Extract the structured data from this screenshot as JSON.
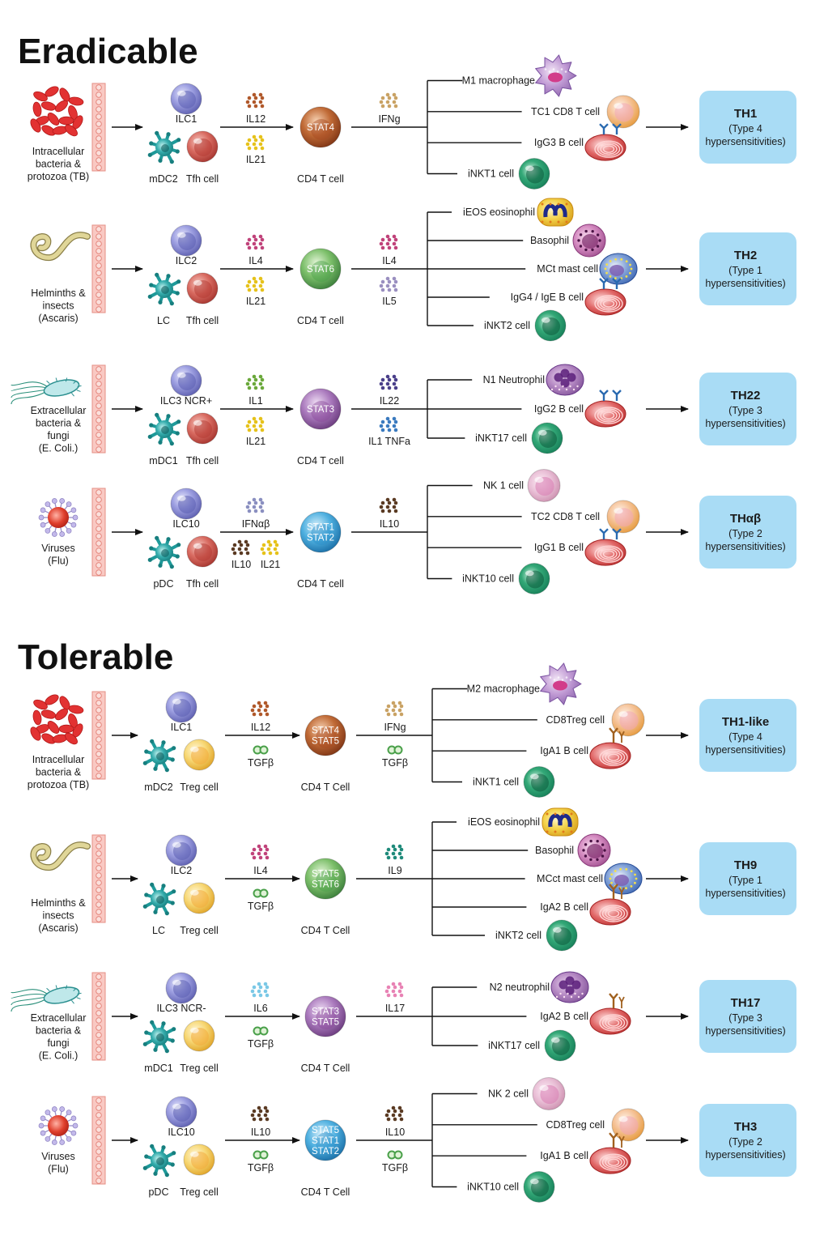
{
  "colors": {
    "box_fill": "#a9dcf5",
    "ilc": "#7d7fd0",
    "tfh": "#d95b52",
    "treg": "#f3c64a",
    "dendritic": "#1e9a9a",
    "bacteria": "#e23232",
    "helminth": "#d9cf8e",
    "epithelium": "#f4a9a2"
  },
  "sections": [
    {
      "title": "Eradicable",
      "rows": [
        {
          "pathogen": [
            "Intracellular",
            "bacteria &",
            "protozoa (TB)"
          ],
          "pathogen_icon": "red-bacteria-cluster-icon",
          "ilc": "ILC1",
          "dc": "mDC2",
          "helper": "Tfh cell",
          "helper_type": "tfh",
          "cyt_top": "IL12",
          "cyt_top_color": "#b0582a",
          "cyt_bottom": [
            "IL21"
          ],
          "cyt_bottom_colors": [
            "#e6c21a"
          ],
          "cyt_bottom_style": "dots",
          "stat": [
            "STAT4"
          ],
          "stat_color": "#a74a22",
          "cd4": "CD4 T cell",
          "cyt2_top": "IFNg",
          "cyt2_top_color": "#c9a264",
          "cyt2_bottom": "",
          "cyt2_bottom_style": "none",
          "effectors": [
            {
              "label": "M1 macrophage",
              "icon": "macrophage"
            },
            {
              "label": "TC1 CD8 T cell",
              "icon": "tcell"
            },
            {
              "label": "IgG3 B cell",
              "icon": "bcell"
            },
            {
              "label": "iNKT1 cell",
              "icon": "nkt"
            }
          ],
          "box_title": "TH1",
          "box_sub1": "(Type 4",
          "box_sub2": "hypersensitivities)"
        },
        {
          "pathogen": [
            "Helminths &",
            "insects",
            "(Ascaris)"
          ],
          "pathogen_icon": "helminth-worm-icon",
          "ilc": "ILC2",
          "dc": "LC",
          "helper": "Tfh cell",
          "helper_type": "tfh",
          "cyt_top": "IL4",
          "cyt_top_color": "#c0427a",
          "cyt_bottom": [
            "IL21"
          ],
          "cyt_bottom_colors": [
            "#e6c21a"
          ],
          "cyt_bottom_style": "dots",
          "stat": [
            "STAT6"
          ],
          "stat_color": "#4aa04a",
          "cd4": "CD4 T cell",
          "cyt2_top": "IL4",
          "cyt2_top_color": "#c0427a",
          "cyt2_bottom": "IL5",
          "cyt2_bottom_color": "#9a8fc0",
          "cyt2_bottom_style": "dots",
          "effectors": [
            {
              "label": "iEOS eosinophil",
              "icon": "eosinophil"
            },
            {
              "label": "Basophil",
              "icon": "basophil"
            },
            {
              "label": "MCt mast cell",
              "icon": "mast"
            },
            {
              "label": "IgG4 / IgE B cell",
              "icon": "bcell"
            },
            {
              "label": "iNKT2 cell",
              "icon": "nkt"
            }
          ],
          "box_title": "TH2",
          "box_sub1": "(Type 1",
          "box_sub2": "hypersensitivities)"
        },
        {
          "pathogen": [
            "Extracellular",
            "bacteria &",
            "fungi",
            "(E. Coli.)"
          ],
          "pathogen_icon": "flagellated-bacterium-icon",
          "ilc": "ILC3 NCR+",
          "dc": "mDC1",
          "helper": "Tfh cell",
          "helper_type": "tfh",
          "cyt_top": "IL1",
          "cyt_top_color": "#6aa83a",
          "cyt_bottom": [
            "IL21"
          ],
          "cyt_bottom_colors": [
            "#e6c21a"
          ],
          "cyt_bottom_style": "dots",
          "stat": [
            "STAT3"
          ],
          "stat_color": "#8a4a9a",
          "cd4": "CD4 T cell",
          "cyt2_top": "IL22",
          "cyt2_top_color": "#4a3f8a",
          "cyt2_bottom": "IL1 TNFa",
          "cyt2_bottom_color": "#3a7abf",
          "cyt2_bottom_style": "dots",
          "effectors": [
            {
              "label": "N1 Neutrophil",
              "icon": "neutrophil"
            },
            {
              "label": "IgG2 B cell",
              "icon": "bcell"
            },
            {
              "label": "iNKT17 cell",
              "icon": "nkt"
            }
          ],
          "box_title": "TH22",
          "box_sub1": "(Type 3",
          "box_sub2": "hypersensitivities)"
        },
        {
          "pathogen": [
            "Viruses",
            "(Flu)"
          ],
          "pathogen_icon": "virus-icon",
          "ilc": "ILC10",
          "dc": "pDC",
          "helper": "Tfh cell",
          "helper_type": "tfh",
          "cyt_top": "IFNαβ",
          "cyt_top_color": "#8a8fc0",
          "cyt_bottom": [
            "IL10",
            "IL21"
          ],
          "cyt_bottom_colors": [
            "#5a3a22",
            "#e6c21a"
          ],
          "cyt_bottom_style": "dots",
          "stat": [
            "STAT1",
            "STAT2"
          ],
          "stat_color": "#2a8fc8",
          "cd4": "CD4 T cell",
          "cyt2_top": "IL10",
          "cyt2_top_color": "#5a3a22",
          "cyt2_bottom": "",
          "cyt2_bottom_style": "none",
          "effectors": [
            {
              "label": "NK 1 cell",
              "icon": "nk"
            },
            {
              "label": "TC2 CD8 T cell",
              "icon": "tcell"
            },
            {
              "label": "IgG1 B cell",
              "icon": "bcell"
            },
            {
              "label": "iNKT10 cell",
              "icon": "nkt"
            }
          ],
          "box_title": "THαβ",
          "box_sub1": "(Type 2",
          "box_sub2": "hypersensitivities)"
        }
      ]
    },
    {
      "title": "Tolerable",
      "rows": [
        {
          "pathogen": [
            "Intracellular",
            "bacteria &",
            "protozoa (TB)"
          ],
          "pathogen_icon": "red-bacteria-cluster-icon",
          "ilc": "ILC1",
          "dc": "mDC2",
          "helper": "Treg cell",
          "helper_type": "treg",
          "cyt_top": "IL12",
          "cyt_top_color": "#b0582a",
          "cyt_bottom": [
            "TGFβ"
          ],
          "cyt_bottom_colors": [
            "#4aa04a"
          ],
          "cyt_bottom_style": "rings",
          "stat": [
            "STAT4",
            "STAT5"
          ],
          "stat_color": "#a74a22",
          "cd4": "CD4 T Cell",
          "cyt2_top": "IFNg",
          "cyt2_top_color": "#c9a264",
          "cyt2_bottom": "TGFβ",
          "cyt2_bottom_color": "#4aa04a",
          "cyt2_bottom_style": "rings",
          "effectors": [
            {
              "label": "M2 macrophage",
              "icon": "macrophage"
            },
            {
              "label": "CD8Treg cell",
              "icon": "tcell"
            },
            {
              "label": "IgA1 B cell",
              "icon": "bcellA"
            },
            {
              "label": "iNKT1 cell",
              "icon": "nkt"
            }
          ],
          "box_title": "TH1-like",
          "box_sub1": "(Type 4",
          "box_sub2": "hypersensitivities)"
        },
        {
          "pathogen": [
            "Helminths &",
            "insects",
            "(Ascaris)"
          ],
          "pathogen_icon": "helminth-worm-icon",
          "ilc": "ILC2",
          "dc": "LC",
          "helper": "Treg cell",
          "helper_type": "treg",
          "cyt_top": "IL4",
          "cyt_top_color": "#c0427a",
          "cyt_bottom": [
            "TGFβ"
          ],
          "cyt_bottom_colors": [
            "#4aa04a"
          ],
          "cyt_bottom_style": "rings",
          "stat": [
            "STAT5",
            "STAT6"
          ],
          "stat_color": "#4aa04a",
          "cd4": "CD4 T Cell",
          "cyt2_top": "IL9",
          "cyt2_top_color": "#1e8a7a",
          "cyt2_bottom": "",
          "cyt2_bottom_style": "none",
          "effectors": [
            {
              "label": "iEOS eosinophil",
              "icon": "eosinophil"
            },
            {
              "label": "Basophil",
              "icon": "basophil"
            },
            {
              "label": "MCct mast cell",
              "icon": "mast"
            },
            {
              "label": "IgA2 B cell",
              "icon": "bcellA"
            },
            {
              "label": "iNKT2 cell",
              "icon": "nkt"
            }
          ],
          "box_title": "TH9",
          "box_sub1": "(Type 1",
          "box_sub2": "hypersensitivities)"
        },
        {
          "pathogen": [
            "Extracellular",
            "bacteria &",
            "fungi",
            "(E. Coli.)"
          ],
          "pathogen_icon": "flagellated-bacterium-icon",
          "ilc": "ILC3 NCR-",
          "dc": "mDC1",
          "helper": "Treg cell",
          "helper_type": "treg",
          "cyt_top": "IL6",
          "cyt_top_color": "#7ac8e6",
          "cyt_bottom": [
            "TGFβ"
          ],
          "cyt_bottom_colors": [
            "#4aa04a"
          ],
          "cyt_bottom_style": "rings",
          "stat": [
            "STAT3",
            "STAT5"
          ],
          "stat_color": "#8a4a9a",
          "cd4": "CD4 T Cell",
          "cyt2_top": "IL17",
          "cyt2_top_color": "#e882b4",
          "cyt2_bottom": "",
          "cyt2_bottom_style": "none",
          "effectors": [
            {
              "label": "N2 neutrophil",
              "icon": "neutrophil"
            },
            {
              "label": "IgA2 B cell",
              "icon": "bcellA"
            },
            {
              "label": "iNKT17 cell",
              "icon": "nkt"
            }
          ],
          "box_title": "TH17",
          "box_sub1": "(Type 3",
          "box_sub2": "hypersensitivities)"
        },
        {
          "pathogen": [
            "Viruses",
            "(Flu)"
          ],
          "pathogen_icon": "virus-icon",
          "ilc": "ILC10",
          "dc": "pDC",
          "helper": "Treg cell",
          "helper_type": "treg",
          "cyt_top": "IL10",
          "cyt_top_color": "#5a3a22",
          "cyt_bottom": [
            "TGFβ"
          ],
          "cyt_bottom_colors": [
            "#4aa04a"
          ],
          "cyt_bottom_style": "rings",
          "stat": [
            "STAT5",
            "STAT1",
            "STAT2"
          ],
          "stat_color": "#2a8fc8",
          "cd4": "CD4 T Cell",
          "cyt2_top": "IL10",
          "cyt2_top_color": "#5a3a22",
          "cyt2_bottom": "TGFβ",
          "cyt2_bottom_color": "#4aa04a",
          "cyt2_bottom_style": "rings",
          "effectors": [
            {
              "label": "NK 2 cell",
              "icon": "nk"
            },
            {
              "label": "CD8Treg cell",
              "icon": "tcell"
            },
            {
              "label": "IgA1 B cell",
              "icon": "bcellA"
            },
            {
              "label": "iNKT10 cell",
              "icon": "nkt"
            }
          ],
          "box_title": "TH3",
          "box_sub1": "(Type 2",
          "box_sub2": "hypersensitivities)"
        }
      ]
    }
  ]
}
